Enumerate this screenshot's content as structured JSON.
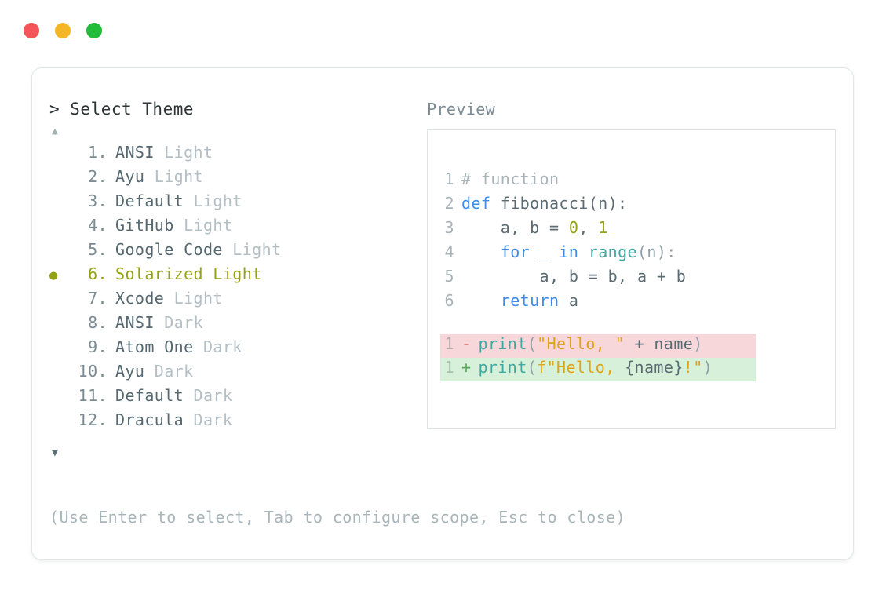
{
  "window": {
    "traffic_lights": [
      {
        "name": "close-button",
        "color": "#f4555a"
      },
      {
        "name": "minimize-button",
        "color": "#f5b625"
      },
      {
        "name": "maximize-button",
        "color": "#22bb3a"
      }
    ]
  },
  "picker": {
    "title": "> Select Theme",
    "scroll_up_indicator": "▲",
    "scroll_down_indicator": "▼",
    "selected_bullet": "●",
    "selected_index": 6,
    "selected_color": "#93a113",
    "items": [
      {
        "index": " 1.",
        "name": "ANSI",
        "variant": "Light",
        "selected": false
      },
      {
        "index": " 2.",
        "name": "Ayu",
        "variant": "Light",
        "selected": false
      },
      {
        "index": " 3.",
        "name": "Default",
        "variant": "Light",
        "selected": false
      },
      {
        "index": " 4.",
        "name": "GitHub",
        "variant": "Light",
        "selected": false
      },
      {
        "index": " 5.",
        "name": "Google Code",
        "variant": "Light",
        "selected": false
      },
      {
        "index": " 6.",
        "name": "Solarized",
        "variant": "Light",
        "selected": true
      },
      {
        "index": " 7.",
        "name": "Xcode",
        "variant": "Light",
        "selected": false
      },
      {
        "index": " 8.",
        "name": "ANSI",
        "variant": "Dark",
        "selected": false
      },
      {
        "index": " 9.",
        "name": "Atom One",
        "variant": "Dark",
        "selected": false
      },
      {
        "index": "10.",
        "name": "Ayu",
        "variant": "Dark",
        "selected": false
      },
      {
        "index": "11.",
        "name": "Default",
        "variant": "Dark",
        "selected": false
      },
      {
        "index": "12.",
        "name": "Dracula",
        "variant": "Dark",
        "selected": false
      }
    ]
  },
  "preview": {
    "label": "Preview",
    "code_lines": [
      {
        "number": "1",
        "tokens": [
          {
            "t": "# function",
            "c": "tok-comment"
          }
        ]
      },
      {
        "number": "2",
        "tokens": [
          {
            "t": "def ",
            "c": "tok-kw"
          },
          {
            "t": "fibonacci(n):",
            "c": "tok-plain"
          }
        ]
      },
      {
        "number": "3",
        "tokens": [
          {
            "t": "    a, b = ",
            "c": "tok-plain"
          },
          {
            "t": "0",
            "c": "tok-num"
          },
          {
            "t": ", ",
            "c": "tok-plain"
          },
          {
            "t": "1",
            "c": "tok-num"
          }
        ]
      },
      {
        "number": "4",
        "tokens": [
          {
            "t": "    ",
            "c": "tok-plain"
          },
          {
            "t": "for",
            "c": "tok-kw"
          },
          {
            "t": " _ ",
            "c": "tok-plain"
          },
          {
            "t": "in",
            "c": "tok-kw"
          },
          {
            "t": " ",
            "c": "tok-plain"
          },
          {
            "t": "range",
            "c": "tok-fn"
          },
          {
            "t": "(n):",
            "c": "tok-punct"
          }
        ]
      },
      {
        "number": "5",
        "tokens": [
          {
            "t": "        a, b = b, a + b",
            "c": "tok-plain"
          }
        ]
      },
      {
        "number": "6",
        "tokens": [
          {
            "t": "    ",
            "c": "tok-plain"
          },
          {
            "t": "return",
            "c": "tok-kw"
          },
          {
            "t": " a",
            "c": "tok-plain"
          }
        ]
      }
    ],
    "diff_lines": [
      {
        "number": "1",
        "sign": "-",
        "kind": "del",
        "background": "#f7d7da",
        "tokens": [
          {
            "t": "print",
            "c": "tok-fn"
          },
          {
            "t": "(",
            "c": "tok-punct"
          },
          {
            "t": "\"Hello, \"",
            "c": "tok-str"
          },
          {
            "t": " + name",
            "c": "tok-plain"
          },
          {
            "t": ")",
            "c": "tok-punct"
          }
        ]
      },
      {
        "number": "1",
        "sign": "+",
        "kind": "add",
        "background": "#d7f0d9",
        "tokens": [
          {
            "t": "print",
            "c": "tok-fn"
          },
          {
            "t": "(",
            "c": "tok-punct"
          },
          {
            "t": "f\"Hello, ",
            "c": "tok-str"
          },
          {
            "t": "{name}",
            "c": "tok-plain"
          },
          {
            "t": "!\"",
            "c": "tok-str"
          },
          {
            "t": ")",
            "c": "tok-punct"
          }
        ]
      }
    ]
  },
  "footer": {
    "hint": "(Use Enter to select, Tab to configure scope, Esc to close)"
  }
}
